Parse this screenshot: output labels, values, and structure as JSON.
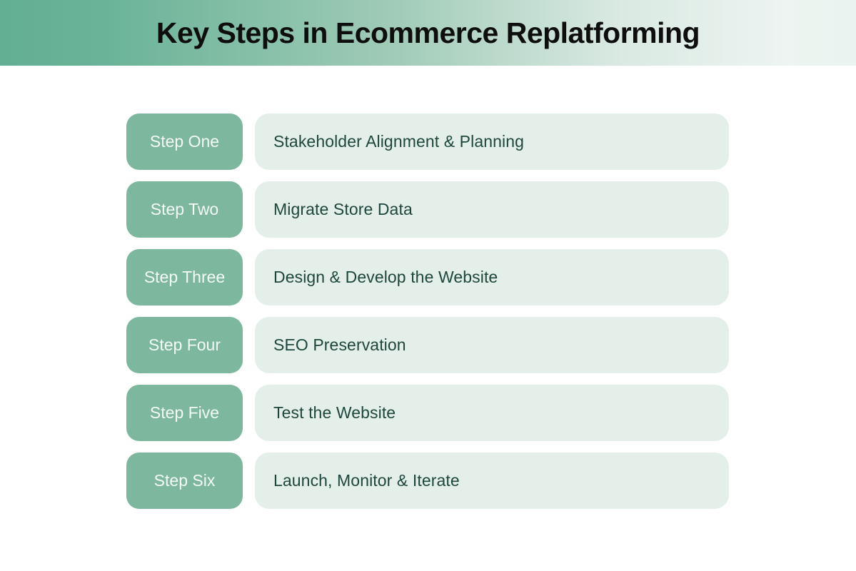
{
  "header": {
    "title": "Key Steps in Ecommerce Replatforming"
  },
  "colors": {
    "header_gradient_start": "#63af93",
    "header_gradient_end": "#edf4f1",
    "step_badge_green": "#7db79d",
    "step_box_light_green": "#e5efe9",
    "step_text_dark_green": "#1d473c",
    "title_black": "#0e0e0e",
    "page_background": "#ffffff"
  },
  "steps": [
    {
      "label": "Step One",
      "description": "Stakeholder Alignment & Planning"
    },
    {
      "label": "Step Two",
      "description": "Migrate Store Data"
    },
    {
      "label": "Step Three",
      "description": "Design & Develop the Website"
    },
    {
      "label": "Step Four",
      "description": "SEO Preservation"
    },
    {
      "label": "Step Five",
      "description": "Test the Website"
    },
    {
      "label": "Step Six",
      "description": "Launch, Monitor & Iterate"
    }
  ]
}
